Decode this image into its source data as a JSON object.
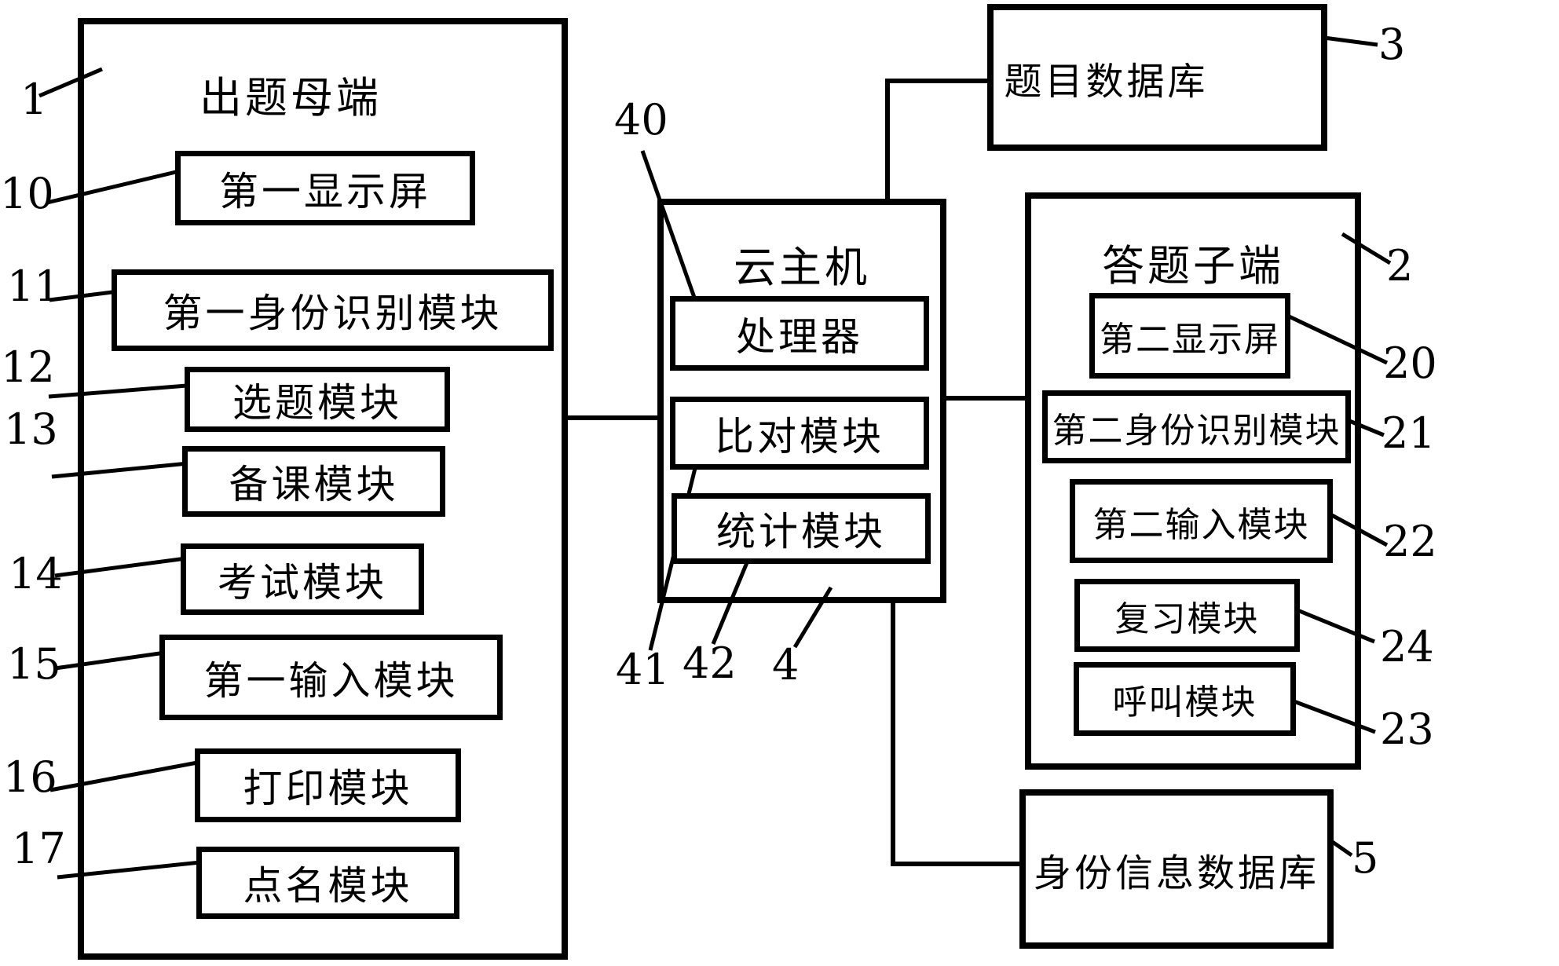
{
  "colors": {
    "ink": "#000000",
    "paper": "#ffffff"
  },
  "master_terminal": {
    "ref": "1",
    "title": "出题母端",
    "modules": [
      {
        "ref": "10",
        "label": "第一显示屏"
      },
      {
        "ref": "11",
        "label": "第一身份识别模块"
      },
      {
        "ref": "12",
        "label": "选题模块"
      },
      {
        "ref": "13",
        "label": "备课模块"
      },
      {
        "ref": "14",
        "label": "考试模块"
      },
      {
        "ref": "15",
        "label": "第一输入模块"
      },
      {
        "ref": "16",
        "label": "打印模块"
      },
      {
        "ref": "17",
        "label": "点名模块"
      }
    ]
  },
  "cloud_host": {
    "ref": "4",
    "title": "云主机",
    "modules": [
      {
        "ref": "40",
        "label": "处理器"
      },
      {
        "ref": "41",
        "label": "比对模块"
      },
      {
        "ref": "42",
        "label": "统计模块"
      }
    ]
  },
  "question_database": {
    "ref": "3",
    "label": "题目数据库"
  },
  "answer_terminal": {
    "ref": "2",
    "title": "答题子端",
    "modules": [
      {
        "ref": "20",
        "label": "第二显示屏"
      },
      {
        "ref": "21",
        "label": "第二身份识别模块"
      },
      {
        "ref": "22",
        "label": "第二输入模块"
      },
      {
        "ref": "24",
        "label": "复习模块"
      },
      {
        "ref": "23",
        "label": "呼叫模块"
      }
    ]
  },
  "identity_database": {
    "ref": "5",
    "label": "身份信息数据库"
  }
}
